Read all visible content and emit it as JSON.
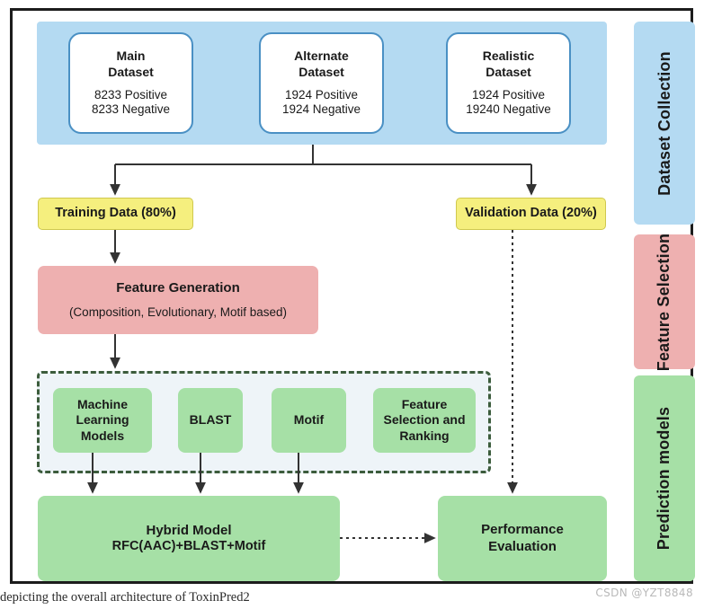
{
  "figure": {
    "caption": "depicting the overall architecture of ToxinPred2",
    "watermark": "CSDN @YZT8848"
  },
  "colors": {
    "dataset_band": "#b4daf2",
    "dataset_card_border": "#4a90c4",
    "yellow": "#f5ef7e",
    "pink": "#eeb0b0",
    "green": "#a6e0a6",
    "dashed_border": "#3c5c3c",
    "dashed_fill": "#eef4f8",
    "connector": "#333333",
    "frame": "#1c1c1c"
  },
  "stages": [
    {
      "label": "Dataset Collection",
      "color": "#b4daf2"
    },
    {
      "label": "Feature Selection",
      "color": "#eeb0b0"
    },
    {
      "label": "Prediction models",
      "color": "#a6e0a6"
    }
  ],
  "datasets": [
    {
      "title_line1": "Main",
      "title_line2": "Dataset",
      "positive": "8233 Positive",
      "negative": "8233 Negative"
    },
    {
      "title_line1": "Alternate",
      "title_line2": "Dataset",
      "positive": "1924 Positive",
      "negative": "1924 Negative"
    },
    {
      "title_line1": "Realistic",
      "title_line2": "Dataset",
      "positive": "1924 Positive",
      "negative": "19240 Negative"
    }
  ],
  "split": {
    "training_label": "Training Data (80%)",
    "validation_label": "Validation Data (20%)"
  },
  "feature_generation": {
    "title": "Feature Generation",
    "subtitle": "(Composition, Evolutionary, Motif based)"
  },
  "model_components": [
    {
      "line1": "Machine",
      "line2": "Learning",
      "line3": "Models"
    },
    {
      "line1": "BLAST",
      "line2": "",
      "line3": ""
    },
    {
      "line1": "Motif",
      "line2": "",
      "line3": ""
    },
    {
      "line1": "Feature",
      "line2": "Selection and",
      "line3": "Ranking"
    }
  ],
  "outputs": {
    "hybrid_title": "Hybrid Model",
    "hybrid_subtitle": "RFC(AAC)+BLAST+Motif",
    "evaluation_line1": "Performance",
    "evaluation_line2": "Evaluation"
  }
}
